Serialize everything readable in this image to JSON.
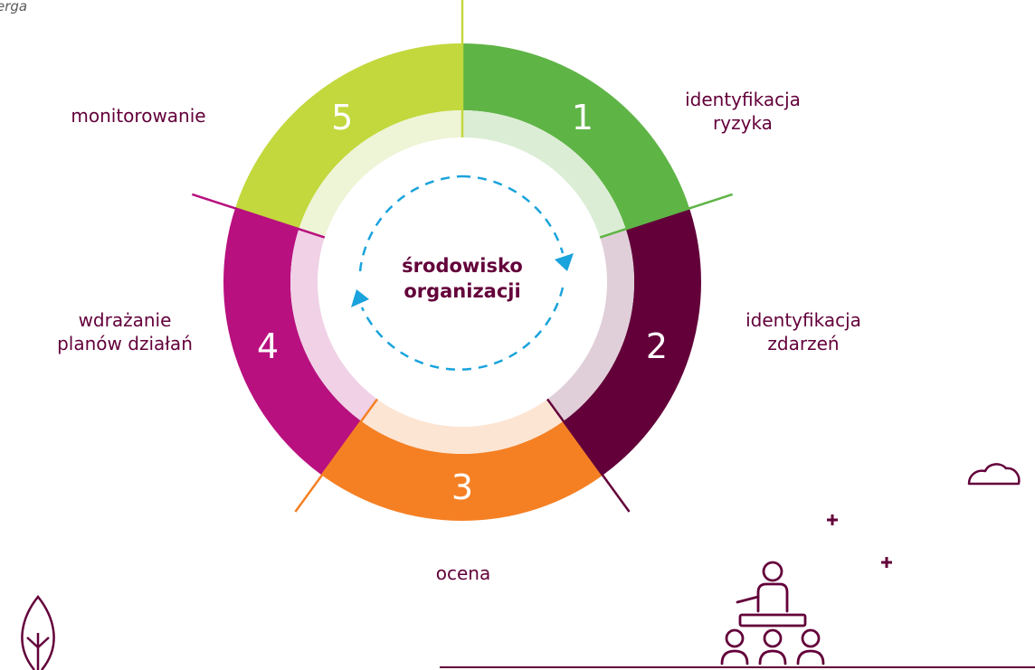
{
  "header_fragment": "erga",
  "center": {
    "line1": "środowisko",
    "line2": "organizacji"
  },
  "segments": [
    {
      "number": "1",
      "label_lines": [
        "identyfikacja",
        "ryzyka"
      ],
      "color": "#5fb446",
      "inner_color": "#dcedd6"
    },
    {
      "number": "2",
      "label_lines": [
        "identyfikacja",
        "zdarzeń"
      ],
      "color": "#63003a",
      "inner_color": "#e0cfd8"
    },
    {
      "number": "3",
      "label_lines": [
        "ocena"
      ],
      "color": "#f58024",
      "inner_color": "#fde5d4"
    },
    {
      "number": "4",
      "label_lines": [
        "wdrażanie",
        "planów działań"
      ],
      "color": "#b8107f",
      "inner_color": "#f0d1e6"
    },
    {
      "number": "5",
      "label_lines": [
        "monitorowanie"
      ],
      "color": "#c2d83c",
      "inner_color": "#eef4d6"
    }
  ],
  "colors": {
    "text": "#63003a",
    "cycle_arrows": "#1aa3dc",
    "decor_lines": "#63003a"
  }
}
